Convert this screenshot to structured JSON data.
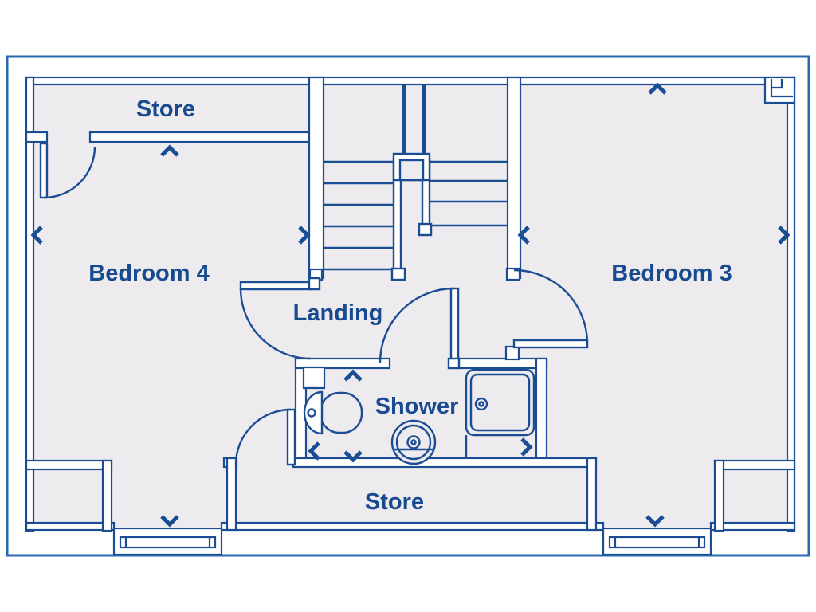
{
  "plan": {
    "rooms": [
      {
        "name": "store-top",
        "label": "Store"
      },
      {
        "name": "bedroom-4",
        "label": "Bedroom 4"
      },
      {
        "name": "bedroom-3",
        "label": "Bedroom 3"
      },
      {
        "name": "landing",
        "label": "Landing"
      },
      {
        "name": "shower",
        "label": "Shower"
      },
      {
        "name": "store-bottom",
        "label": "Store"
      }
    ],
    "fixtures": [
      "toilet",
      "basin",
      "shower-tray",
      "staircase"
    ],
    "door_count": 5,
    "window_count": 2,
    "colors": {
      "wall_line": "#1b4d94",
      "text": "#174a8f",
      "room_fill": "#edebee",
      "page_border": "#2a6ab0",
      "background": "#ffffff"
    }
  }
}
